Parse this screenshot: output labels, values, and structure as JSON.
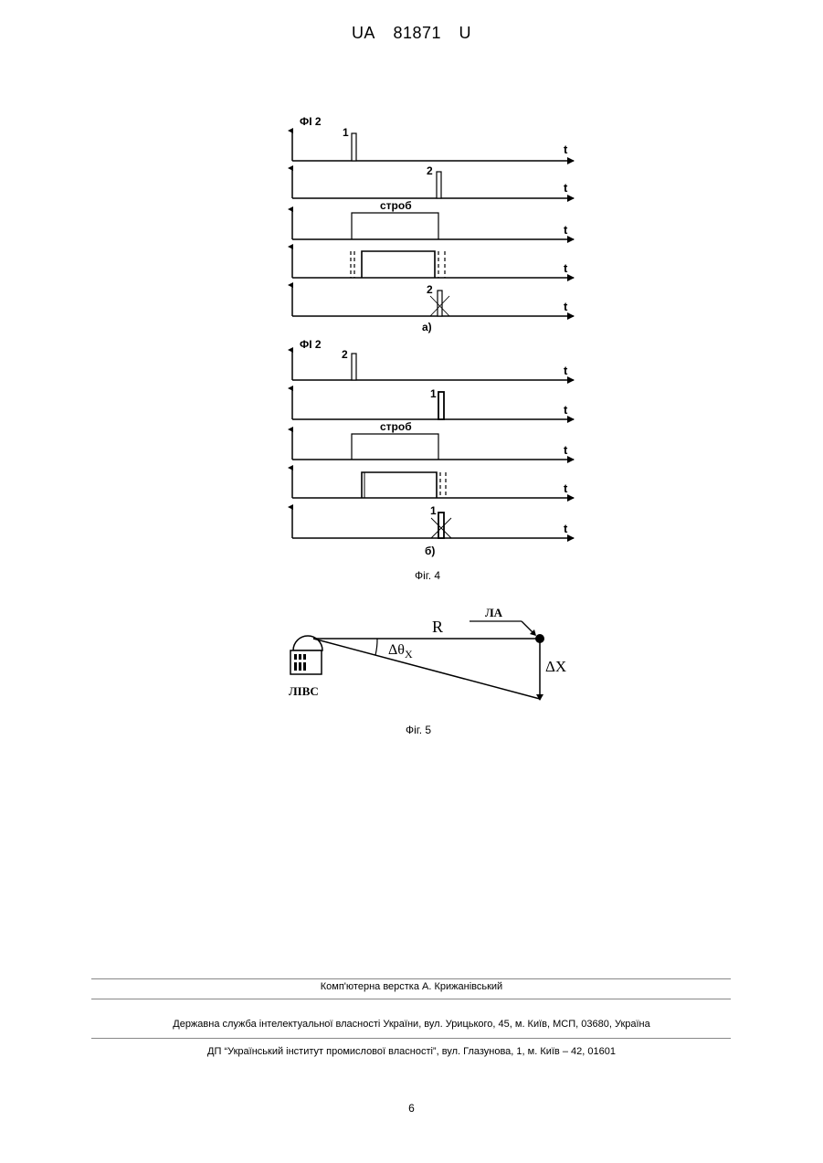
{
  "header": {
    "doc_prefix": "UA",
    "doc_number": "81871",
    "doc_kind": "U"
  },
  "fig4": {
    "title_a": "ФІ 2",
    "title_b": "ФІ 2",
    "axis_label": "t",
    "strobe_label": "строб",
    "pulse_a1": "1",
    "pulse_a2": "2",
    "pulse_a_blocked": "2",
    "pulse_b1": "2",
    "pulse_b2": "1",
    "pulse_b_blocked": "1",
    "subcaption_a": "а)",
    "subcaption_b": "б)",
    "caption": "Фіг. 4"
  },
  "fig5": {
    "range_label": "R",
    "aircraft_label": "ЛА",
    "angle_label": "Δθ",
    "angle_subscript": "X",
    "offset_label": "ΔX",
    "station_label": "ЛІВС",
    "caption": "Фіг. 5"
  },
  "footer": {
    "layout_credit": "Комп'ютерна верстка А. Крижанівський",
    "agency": "Державна служба інтелектуальної власності України, вул. Урицького, 45, м. Київ, МСП, 03680, Україна",
    "publisher": "ДП “Український інститут промислової власності”, вул. Глазунова, 1, м. Київ – 42, 01601"
  },
  "page_number": "6"
}
